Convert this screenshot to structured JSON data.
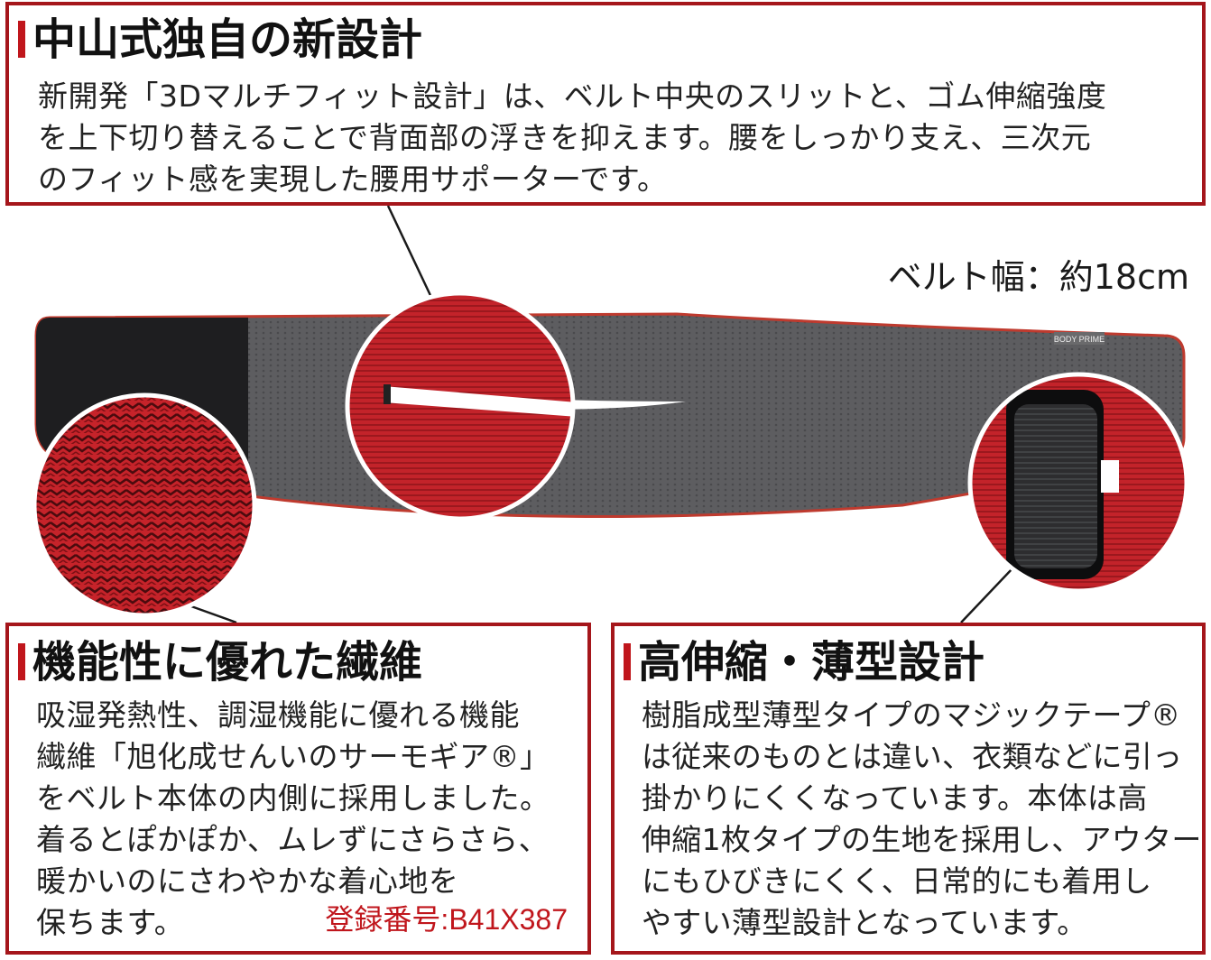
{
  "top": {
    "title": "中山式独自の新設計",
    "lines": [
      "新開発「3Dマルチフィット設計」は、ベルト中央のスリットと、ゴム伸縮強度",
      "を上下切り替えることで背面部の浮きを抑えます。腰をしっかり支え、三次元",
      "のフィット感を実現した腰用サポーターです。"
    ]
  },
  "product": {
    "width_label": "ベルト幅：約18cm",
    "brand_tag": "BODY PRIME"
  },
  "left": {
    "title": "機能性に優れた繊維",
    "lines": [
      "吸湿発熱性、調湿機能に優れる機能",
      "繊維「旭化成せんいのサーモギア®」",
      "をベルト本体の内側に採用しました。",
      "着るとぽかぽか、ムレずにさらさら、",
      "暖かいのにさわやかな着心地を",
      "保ちます。"
    ],
    "registration": "登録番号:B41X387"
  },
  "right": {
    "title": "高伸縮・薄型設計",
    "lines": [
      "樹脂成型薄型タイプのマジックテープ®",
      "は従来のものとは違い、衣類などに引っ",
      "掛かりにくくなっています。本体は高",
      "伸縮1枚タイプの生地を採用し、アウター",
      "にもひびきにくく、日常的にも着用し",
      "やすい薄型設計となっています。"
    ]
  },
  "colors": {
    "accent_red": "#a5161b",
    "belt_gray": "#5b5b5d",
    "fabric_red": "#c21e24"
  }
}
